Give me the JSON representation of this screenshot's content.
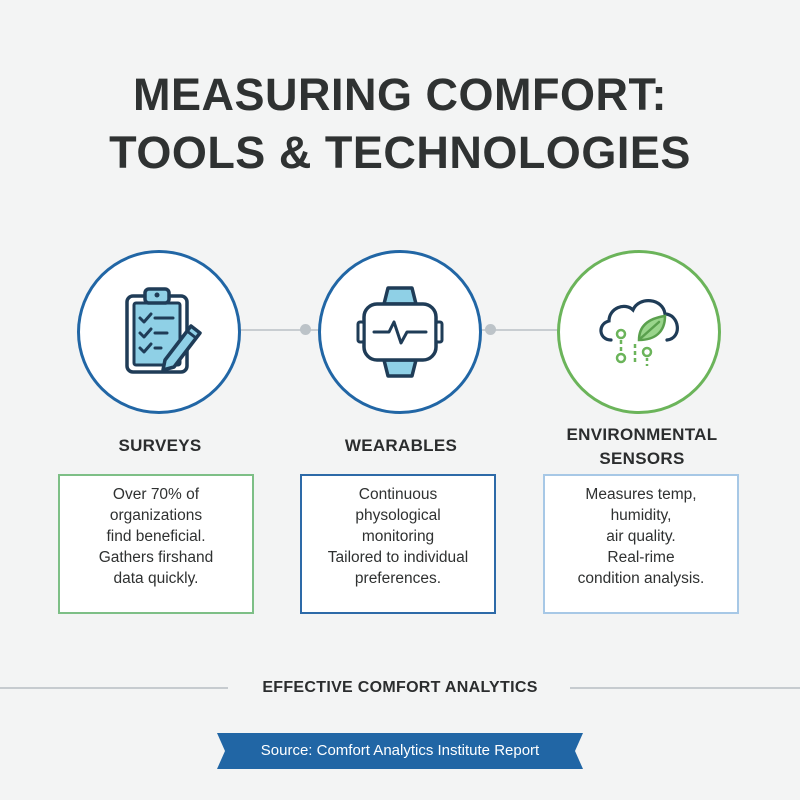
{
  "title": {
    "lines": [
      "MEASURING COMFORT:",
      "TOOLS & TECHNOLOGIES"
    ]
  },
  "tools": [
    {
      "icon": "clipboard-checklist-icon",
      "heading": "SURVEYS",
      "lines": [
        "Over 70% of",
        "organizations",
        "find beneficial.",
        "Gathers firshand",
        "data quickly."
      ]
    },
    {
      "icon": "smartwatch-heartbeat-icon",
      "heading": "WEARABLES",
      "lines": [
        "Continuous",
        "physological",
        "monitoring",
        "Tailored to individual",
        "preferences."
      ]
    },
    {
      "icon": "cloud-leaf-sensor-icon",
      "heading_lines": [
        "ENVIRONMENTAL",
        "SENSORS"
      ],
      "lines": [
        "Measures temp,",
        "humidity,",
        "air quality.",
        "Real-rime",
        "condition analysis."
      ]
    }
  ],
  "summary": {
    "text": "EFFECTIVE COMFORT ANALYTICS"
  },
  "source": {
    "text": "Source: Comfort Analytics Institute Report"
  },
  "colors": {
    "background": "#f3f4f4",
    "primary_blue": "#2166a5",
    "accent_green": "#6bb45a",
    "icon_fill_blue": "#8fd0e6",
    "banner_blue": "#2166a5"
  }
}
